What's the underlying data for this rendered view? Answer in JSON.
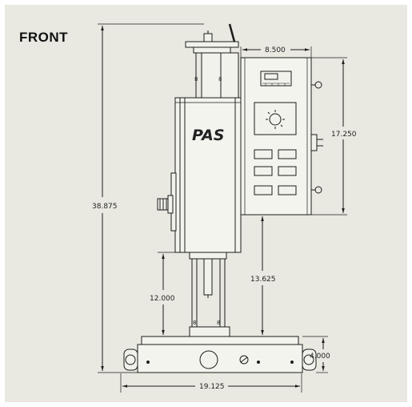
{
  "view_label": "FRONT",
  "logo_text": "PAS",
  "dimensions": {
    "overall_height": "38.875",
    "panel_width": "8.500",
    "panel_height": "17.250",
    "stroke_height": "12.000",
    "table_height": "13.625",
    "base_height": "4.000",
    "base_width": "19.125"
  },
  "colors": {
    "background": "#e9e9e1",
    "line": "#1c1c1c"
  }
}
